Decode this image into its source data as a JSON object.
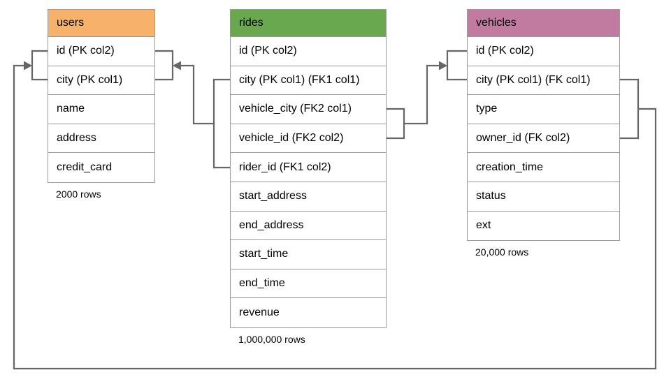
{
  "diagram": {
    "tables": {
      "users": {
        "name": "users",
        "header_color": "#F6B26B",
        "columns": [
          "id (PK col2)",
          "city (PK col1)",
          "name",
          "address",
          "credit_card"
        ],
        "row_count": "2000 rows"
      },
      "rides": {
        "name": "rides",
        "header_color": "#6AA84F",
        "columns": [
          "id (PK col2)",
          "city (PK col1) (FK1 col1)",
          "vehicle_city (FK2 col1)",
          "vehicle_id (FK2 col2)",
          "rider_id (FK1 col2)",
          "start_address",
          "end_address",
          "start_time",
          "end_time",
          "revenue"
        ],
        "row_count": "1,000,000 rows"
      },
      "vehicles": {
        "name": "vehicles",
        "header_color": "#C27BA0",
        "columns": [
          "id (PK col2)",
          "city (PK col1) (FK col1)",
          "type",
          "owner_id (FK col2)",
          "creation_time",
          "status",
          "ext"
        ],
        "row_count": "20,000 rows"
      }
    },
    "relationships": [
      {
        "label": "rides FK1 (city, rider_id) references users (city, id)"
      },
      {
        "label": "rides FK2 (vehicle_city, vehicle_id) references vehicles (city, id)"
      },
      {
        "label": "vehicles FK (city, owner_id) references users (city, id)"
      }
    ],
    "connector_color": "#666666",
    "border_color": "#9a9a9a"
  }
}
